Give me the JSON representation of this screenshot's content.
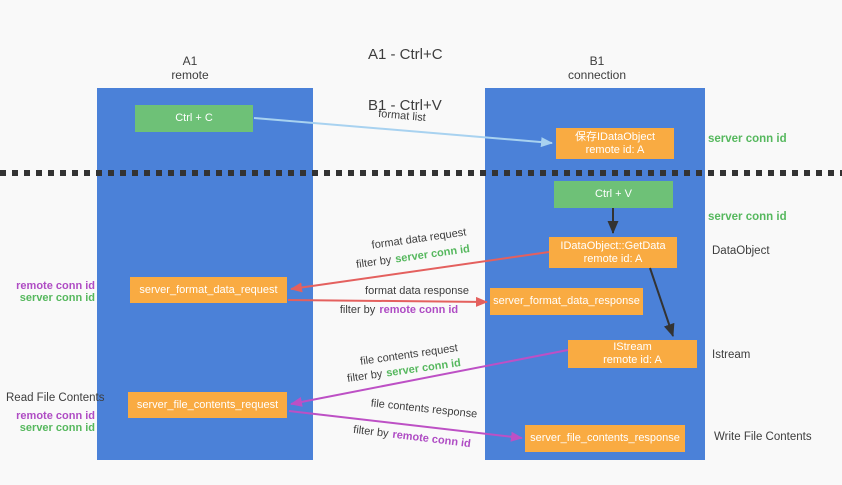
{
  "title": {
    "line1": "A1 - Ctrl+C",
    "line2": "B1 - Ctrl+V"
  },
  "lanes": {
    "left": {
      "title": "A1",
      "subtitle": "remote"
    },
    "right": {
      "title": "B1",
      "subtitle": "connection"
    }
  },
  "nodes": {
    "ctrl_c": {
      "label": "Ctrl + C"
    },
    "ctrl_v": {
      "label": "Ctrl + V"
    },
    "save_idataobject": {
      "line1": "保存IDataObject",
      "line2": "remote id: A"
    },
    "idataobject_getdata": {
      "line1": "IDataObject::GetData",
      "line2": "remote id: A"
    },
    "istream": {
      "line1": "IStream",
      "line2": "remote id: A"
    },
    "server_format_data_request": {
      "label": "server_format_data_request"
    },
    "server_format_data_response": {
      "label": "server_format_data_response"
    },
    "server_file_contents_request": {
      "label": "server_file_contents_request"
    },
    "server_file_contents_response": {
      "label": "server_file_contents_response"
    }
  },
  "arrow_labels": {
    "format_list": "format list",
    "format_data_request": "format data request",
    "format_data_response": "format data response",
    "file_contents_request": "file contents request",
    "file_contents_response": "file contents response",
    "filter_by": "filter by",
    "server_conn_id": "server conn id",
    "remote_conn_id": "remote conn id"
  },
  "side_labels": {
    "server_conn_id_top": "server conn id",
    "server_conn_id_mid": "server conn id",
    "dataobject": "DataObject",
    "istream": "Istream",
    "write_file_contents": "Write File Contents",
    "read_file_contents": "Read File Contents",
    "remote_conn_id": "remote conn id",
    "server_conn_id": "server conn id"
  },
  "colors": {
    "lane_blue": "#4b81d8",
    "node_orange": "#f9ab42",
    "node_green": "#6ec177",
    "arrow_lightblue": "#a8d2f0",
    "arrow_red": "#e4605e",
    "arrow_magenta": "#bd50c5",
    "arrow_black": "#333333",
    "text_green": "#56b85e",
    "text_purple": "#af4cc4",
    "text_dark": "#3d3d3d",
    "background": "#f9f9f9"
  }
}
